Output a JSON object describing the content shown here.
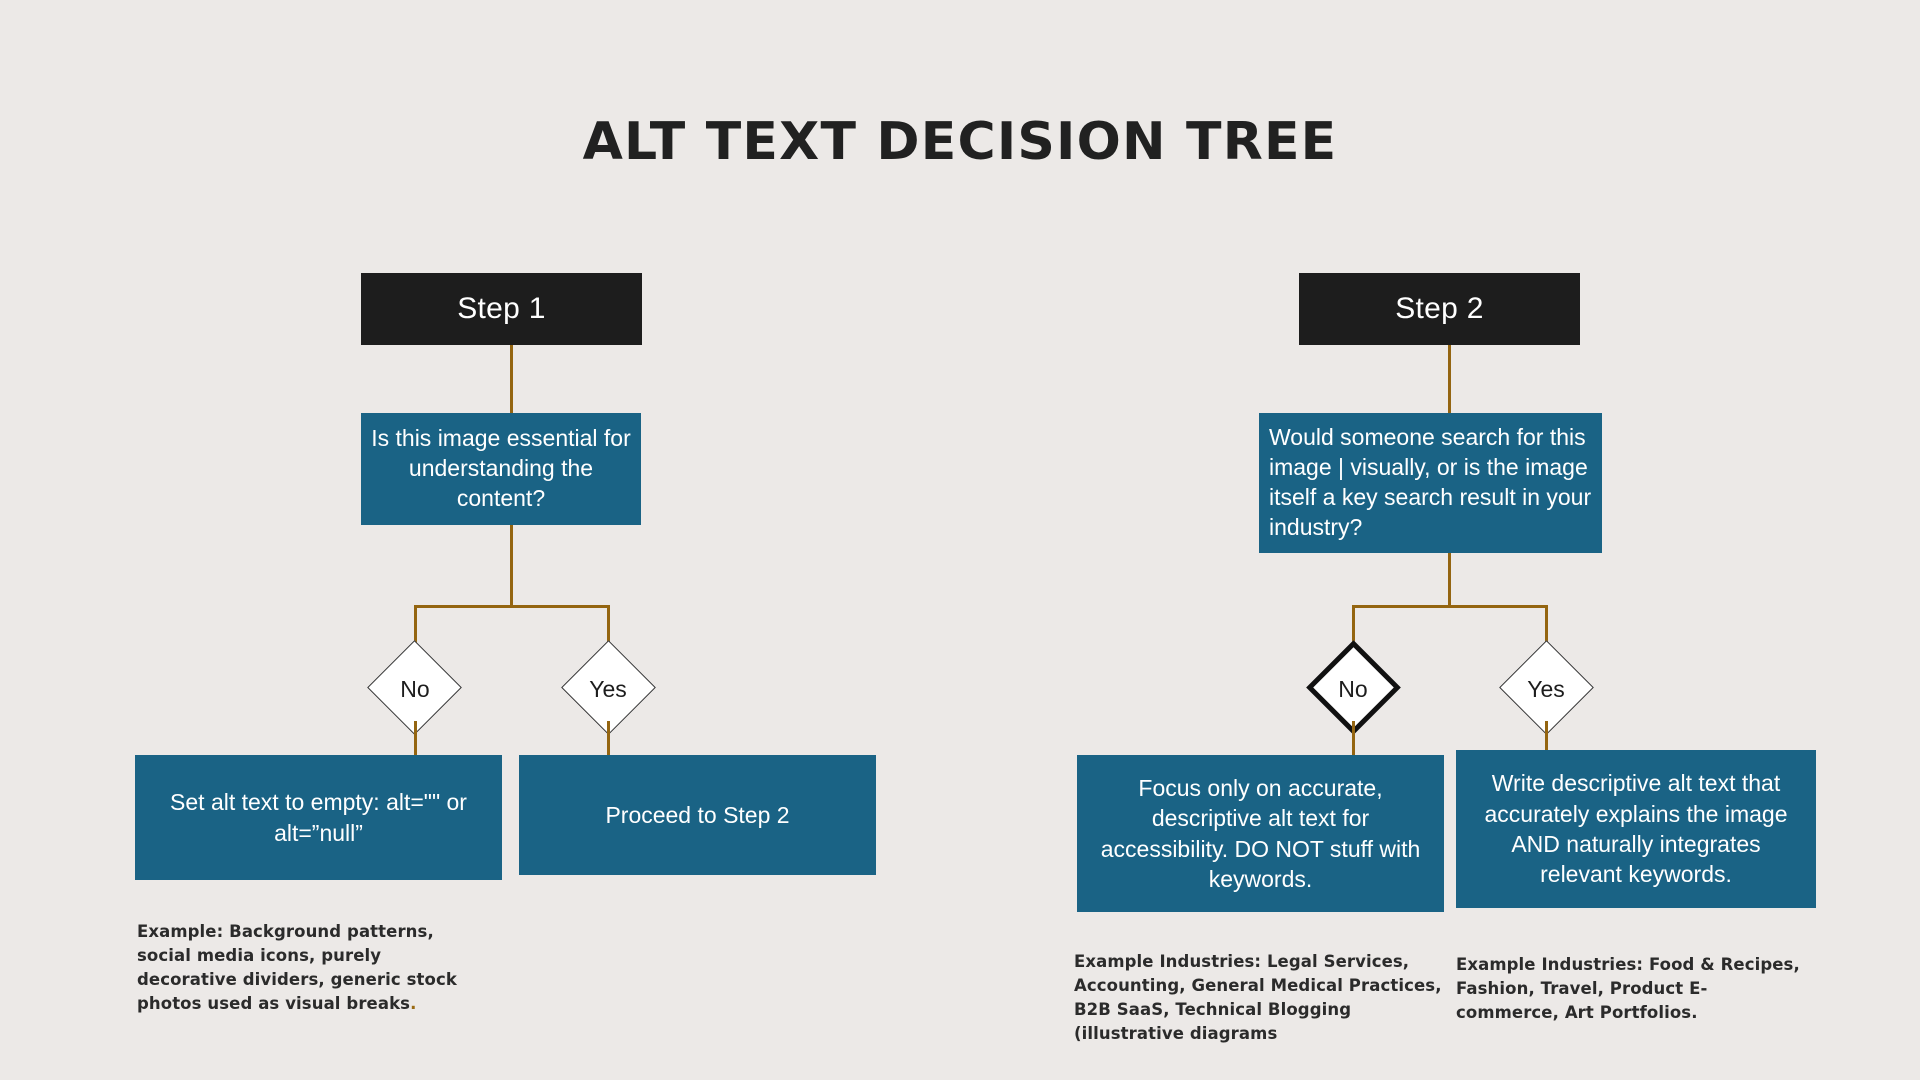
{
  "title": "ALT TEXT DECISION TREE",
  "colors": {
    "background": "#ece9e7",
    "header_box": "#1d1d1d",
    "node_blue": "#1a6385",
    "connector_gold": "#946511",
    "diamond_fill": "#ffffff",
    "diamond_border": "#333333",
    "text_dark": "#2b2b2b",
    "text_light": "#ffffff"
  },
  "step1": {
    "header_label": "Step 1",
    "question": "Is this image essential for understanding the content?",
    "branches": [
      {
        "label": "No",
        "emphasis": "normal"
      },
      {
        "label": "Yes",
        "emphasis": "normal"
      }
    ],
    "outcome_no": "Set alt text to empty: alt=\"\" or alt=”null”",
    "outcome_yes": "Proceed to Step 2",
    "example_no_prefix": "Example: Background patterns, social media icons, purely decorative dividers, generic stock photos used as visual breaks",
    "example_no_suffix": "."
  },
  "step2": {
    "header_label": "Step 2",
    "question": "Would someone search for this image  | visually, or is the image itself a key search result in your industry?",
    "branches": [
      {
        "label": "No",
        "emphasis": "bold"
      },
      {
        "label": "Yes",
        "emphasis": "normal"
      }
    ],
    "outcome_no": "Focus only on accurate, descriptive alt text for accessibility. DO NOT stuff with keywords.",
    "outcome_yes": "Write descriptive alt text that accurately explains the image AND naturally integrates relevant keywords.",
    "example_no": "Example Industries: Legal Services, Accounting, General Medical Practices, B2B SaaS, Technical Blogging (illustrative diagrams",
    "example_yes": "Example Industries: Food & Recipes, Fashion, Travel, Product E-commerce, Art Portfolios."
  }
}
